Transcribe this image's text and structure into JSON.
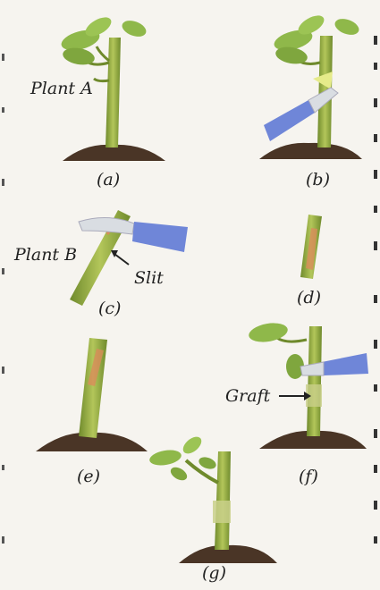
{
  "figure": {
    "panel_captions": [
      "(a)",
      "(b)",
      "(c)",
      "(d)",
      "(e)",
      "(f)",
      "(g)"
    ],
    "labels": {
      "plant_a": "Plant A",
      "plant_b": "Plant B",
      "slit": "Slit",
      "graft": "Graft"
    }
  },
  "colors": {
    "leaf": "#8fb84a",
    "leaf_dark": "#5b8a2a",
    "stem": "#9bb24a",
    "stem_dark": "#6f8a2c",
    "soil": "#4a3526",
    "knife_handle": "#6f86d8",
    "knife_blade": "#d9dde2",
    "cut_face": "#d98c5a"
  }
}
